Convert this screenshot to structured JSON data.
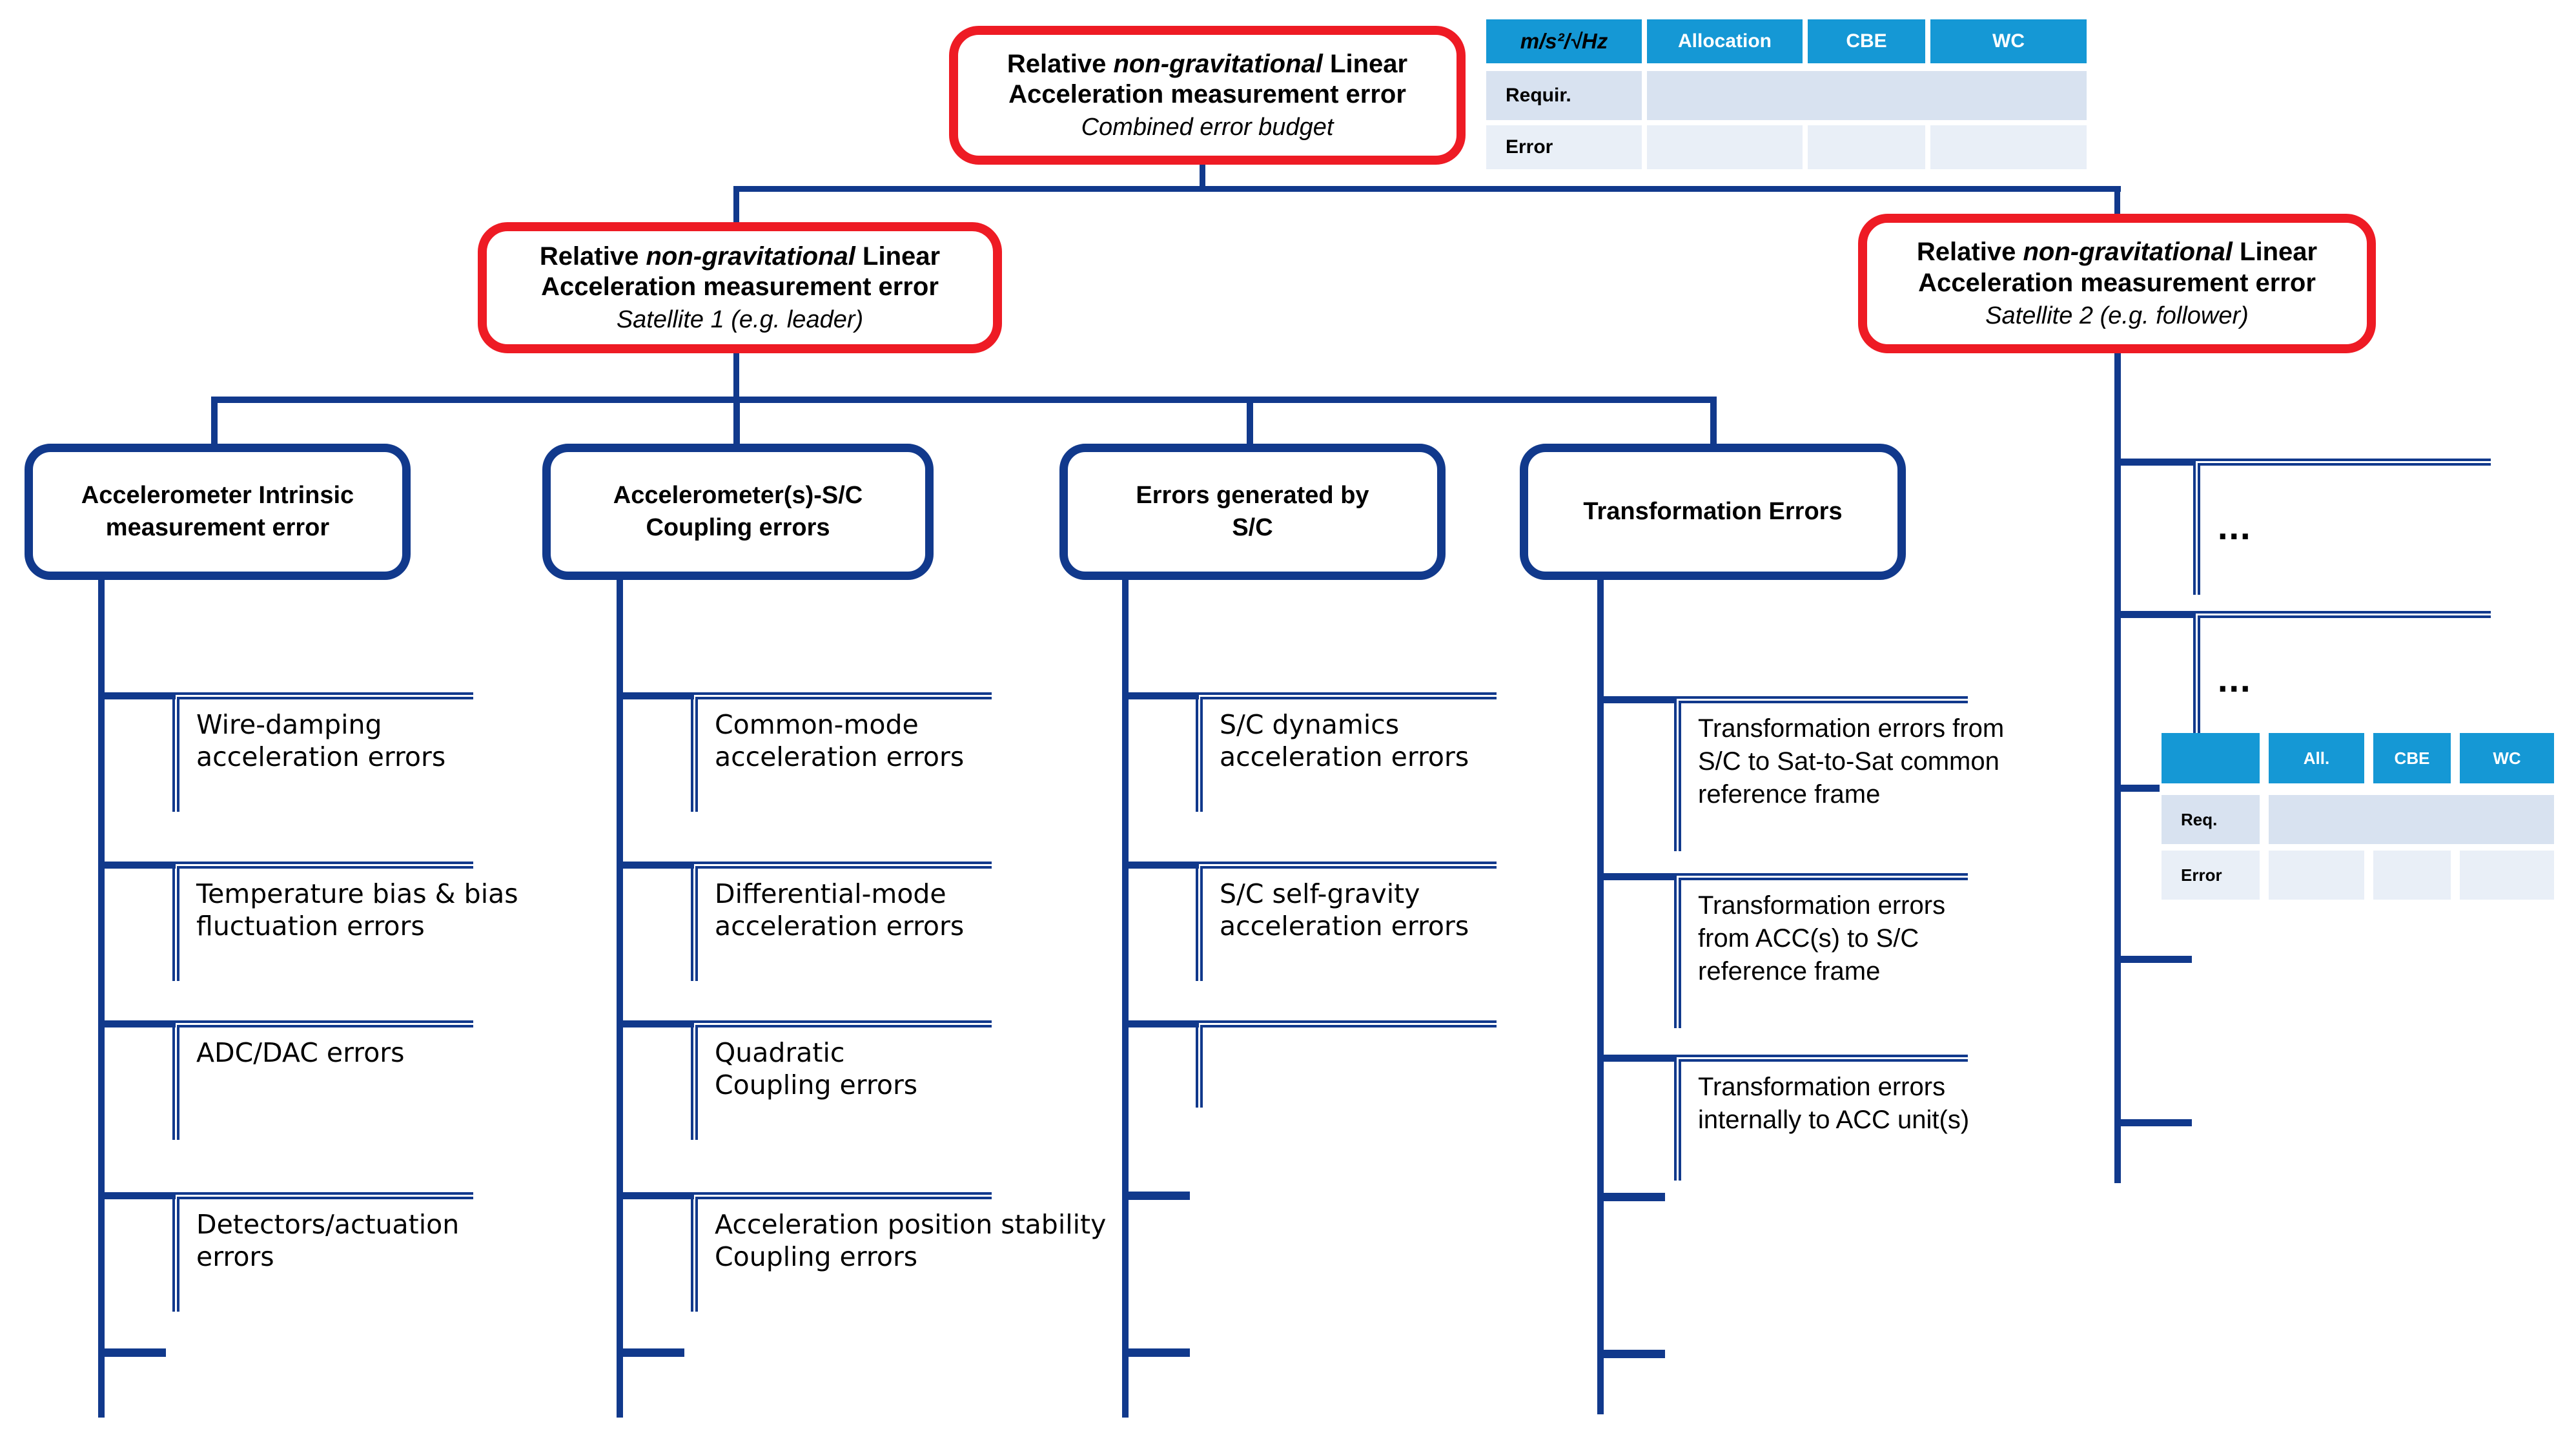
{
  "colors": {
    "red": "#EE1B24",
    "navy": "#11398C",
    "azure": "#1598D5",
    "req_row_bg": "#D8E2F0",
    "error_row_bg": "#E9EFF7"
  },
  "root_box": {
    "title_pre": "Relative ",
    "title_italic": "non-gravitational",
    "title_post": " Linear",
    "title_line2": "Acceleration measurement error",
    "subtitle": "Combined error budget"
  },
  "sat1_box": {
    "title_pre": "Relative ",
    "title_italic": "non-gravitational",
    "title_post": " Linear",
    "title_line2": "Acceleration measurement error",
    "subtitle": "Satellite 1 (e.g. leader)"
  },
  "sat2_box": {
    "title_pre": "Relative ",
    "title_italic": "non-gravitational",
    "title_post": " Linear",
    "title_line2": "Acceleration measurement error",
    "subtitle": "Satellite 2 (e.g. follower)"
  },
  "main_table": {
    "unit": "m/s²/√Hz",
    "columns": [
      "Allocation",
      "CBE",
      "WC"
    ],
    "row_labels": [
      "Requir.",
      "Error"
    ]
  },
  "mini_table": {
    "columns": [
      "All.",
      "CBE",
      "WC"
    ],
    "row_labels": [
      "Req.",
      "Error"
    ]
  },
  "branches": [
    {
      "title_lines": [
        "Accelerometer Intrinsic",
        "measurement error"
      ],
      "leaves": [
        [
          "Wire-damping",
          "acceleration errors"
        ],
        [
          "Temperature bias & bias",
          "fluctuation errors"
        ],
        [
          "ADC/DAC errors"
        ],
        [
          "Detectors/actuation",
          "errors"
        ]
      ]
    },
    {
      "title_lines": [
        "Accelerometer(s)-S/C",
        "Coupling errors"
      ],
      "leaves": [
        [
          "Common-mode",
          "acceleration errors"
        ],
        [
          "Differential-mode",
          "acceleration errors"
        ],
        [
          "Quadratic",
          "Coupling errors"
        ],
        [
          "Acceleration position stability",
          "Coupling errors"
        ]
      ]
    },
    {
      "title_lines": [
        "Errors generated by",
        "S/C"
      ],
      "leaves": [
        [
          "S/C dynamics",
          "acceleration errors"
        ],
        [
          "S/C self-gravity",
          "acceleration errors"
        ],
        []
      ]
    },
    {
      "title_lines": [
        "Transformation Errors"
      ],
      "leaves": [
        [
          "Transformation errors from",
          "S/C to Sat-to-Sat common",
          "reference frame"
        ],
        [
          "Transformation errors",
          "from ACC(s) to S/C",
          "reference frame"
        ],
        [
          "Transformation errors",
          "internally to ACC unit(s)"
        ]
      ]
    }
  ],
  "sat2_branch": {
    "ellipsis_leaves": [
      "...",
      "..."
    ]
  }
}
